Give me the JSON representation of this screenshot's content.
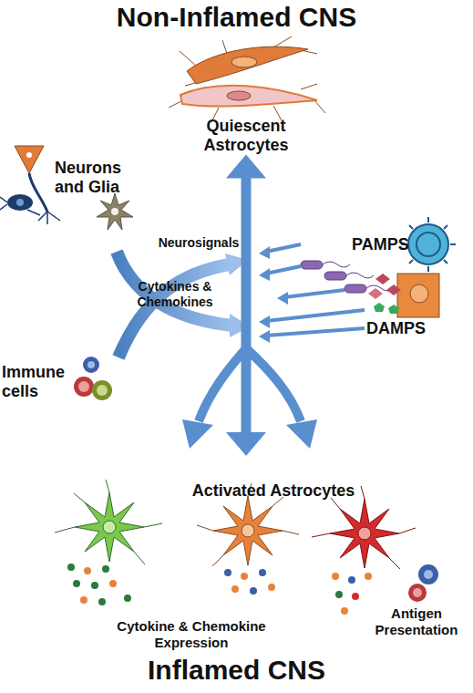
{
  "diagram": {
    "title": "Non-Inflamed CNS",
    "caption": "Inflamed CNS",
    "nodes": [
      {
        "text": [
          "Quiescent Astrocytes"
        ]
      },
      {
        "text": [
          "Neurons and Glia"
        ]
      },
      {
        "text": [
          "Immune cells"
        ]
      },
      {
        "text": [
          "PAMPS"
        ]
      },
      {
        "text": [
          "DAMPS"
        ]
      },
      {
        "text": [
          "Activated Astrocytes"
        ]
      }
    ],
    "edges": [
      {
        "from": 0,
        "to": 5,
        "arrow": "both"
      }
    ],
    "labels": [
      "Neurosignals",
      "Cytokines & Chemokines",
      "Cytokine & Chemokine Expression",
      "Antigen Presentation"
    ]
  }
}
